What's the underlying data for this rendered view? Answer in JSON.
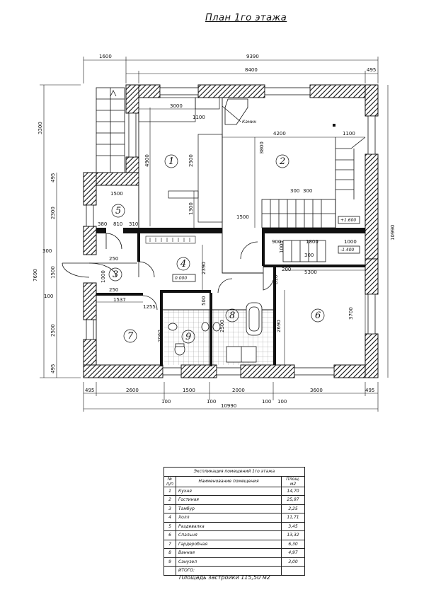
{
  "title": "План 1го этажа",
  "rooms": [
    {
      "num": "1"
    },
    {
      "num": "2"
    },
    {
      "num": "3"
    },
    {
      "num": "4"
    },
    {
      "num": "5"
    },
    {
      "num": "6"
    },
    {
      "num": "7"
    },
    {
      "num": "8"
    },
    {
      "num": "9"
    }
  ],
  "labels": {
    "kamin": "Камин",
    "lvl_plus": "+1.600",
    "lvl_minus": "-1.400",
    "lvl_zero": "0.000"
  },
  "dims": {
    "top_1600": "1600",
    "top_9390": "9390",
    "top_8400": "8400",
    "top_495": "495",
    "d3000": "3000",
    "d1100a": "1100",
    "d4200": "4200",
    "d1100b": "1100",
    "d4900": "4900",
    "d2500": "2500",
    "d1300": "1300",
    "d3800": "3800",
    "d300a": "300",
    "d300b": "300",
    "d1500a": "1500",
    "d1500b": "1500",
    "d380": "380",
    "d810a": "810",
    "d310": "310",
    "d900": "900",
    "d1800": "1800",
    "d1000a": "1000",
    "d1000b": "1000",
    "d300c": "300",
    "d250a": "250",
    "d250b": "250",
    "d1000c": "1000",
    "d200": "200",
    "d5300": "5300",
    "d2390": "2390",
    "d810b": "810",
    "d3700": "3700",
    "d1537": "1537",
    "d1255": "1255",
    "d500": "500",
    "d2500b": "2500",
    "d2690": "2690",
    "d2060": "2060",
    "l3300": "3300",
    "l495a": "495",
    "l2300": "2300",
    "l300": "300",
    "l7690": "7690",
    "l1500": "1500",
    "l100": "100",
    "l2500": "2500",
    "l495b": "495",
    "r10990": "10990",
    "b495a": "495",
    "b2600": "2600",
    "b1500": "1500",
    "b2000": "2000",
    "b3600": "3600",
    "b495b": "495",
    "b100a": "100",
    "b100b": "100",
    "b100c": "100",
    "b100d": "100",
    "b10990": "10990"
  },
  "table": {
    "caption": "Экспликация помещений 1го этажа",
    "col_num": "№ п/п",
    "col_name": "Наименование помещения",
    "col_area": "Площ. м2",
    "rows": [
      {
        "n": "1",
        "name": "Кухня",
        "area": "14,70"
      },
      {
        "n": "2",
        "name": "Гостиная",
        "area": "25,97"
      },
      {
        "n": "3",
        "name": "Тамбур",
        "area": "2,25"
      },
      {
        "n": "4",
        "name": "Холл",
        "area": "11,71"
      },
      {
        "n": "5",
        "name": "Раздевалка",
        "area": "3,45"
      },
      {
        "n": "6",
        "name": "Спальня",
        "area": "13,32"
      },
      {
        "n": "7",
        "name": "Гардеробная",
        "area": "6,30"
      },
      {
        "n": "8",
        "name": "Ванная",
        "area": "4,97"
      },
      {
        "n": "9",
        "name": "Санузел",
        "area": "3,00"
      }
    ],
    "total_label": "ИТОГО:"
  },
  "footer": "Площадь застройки   115,50 м2"
}
